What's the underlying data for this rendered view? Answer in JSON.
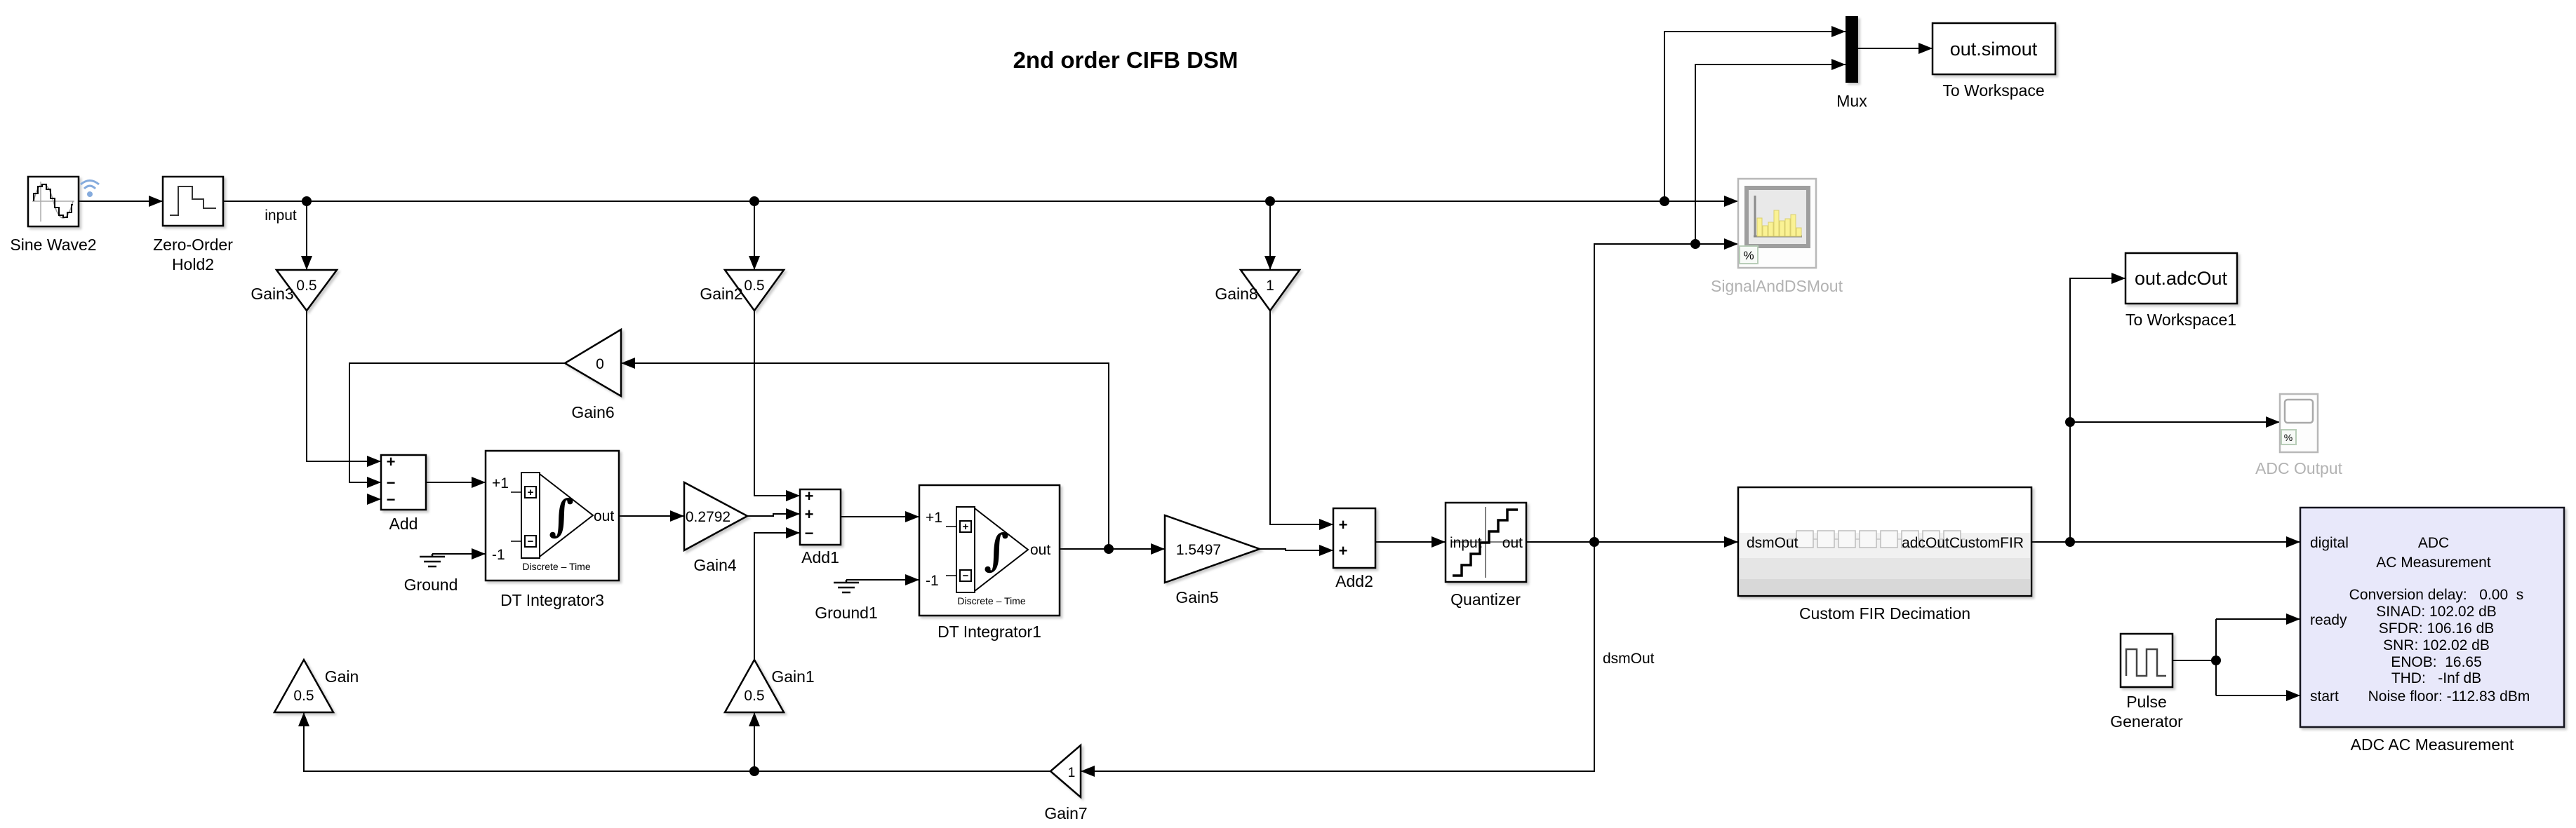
{
  "title": "2nd order CIFB DSM",
  "signal_labels": {
    "input": "input",
    "dsmout": "dsmOut"
  },
  "colors": {
    "wire": "#000000",
    "block_fill": "#ffffff",
    "adc_fill": "#e8e8fa",
    "faded_stroke": "#b8b8b8",
    "faded_text": "#b2b2b2",
    "spectrum_yellow": "#faf294",
    "wireless_badge_blue": "#85abdd",
    "comment_badge_green": "#94b894"
  },
  "blocks": {
    "sine_wave2": {
      "label": "Sine Wave2"
    },
    "zero_order_hold2": {
      "label1": "Zero-Order",
      "label2": "Hold2"
    },
    "gain3": {
      "label": "Gain3",
      "value": "0.5"
    },
    "gain2": {
      "label": "Gain2",
      "value": "0.5"
    },
    "gain8": {
      "label": "Gain8",
      "value": "1"
    },
    "gain6": {
      "label": "Gain6",
      "value": "0"
    },
    "gain4": {
      "label": "Gain4",
      "value": "0.2792"
    },
    "gain5": {
      "label": "Gain5",
      "value": "1.5497"
    },
    "gain": {
      "label": "Gain",
      "value": "0.5"
    },
    "gain1": {
      "label": "Gain1",
      "value": "0.5"
    },
    "gain7": {
      "label": "Gain7",
      "value": "1"
    },
    "add": {
      "label": "Add",
      "signs": [
        "+",
        "−",
        "−"
      ]
    },
    "add1": {
      "label": "Add1",
      "signs": [
        "+",
        "+",
        "−"
      ]
    },
    "add2": {
      "label": "Add2",
      "signs": [
        "+",
        "+"
      ]
    },
    "ground": {
      "label": "Ground"
    },
    "ground1": {
      "label": "Ground1"
    },
    "dt_integrator3": {
      "label": "DT Integrator3",
      "in1": "+1",
      "in2": "-1",
      "out": "out",
      "caption": "Discrete – Time",
      "plus": "+",
      "minus": "−"
    },
    "dt_integrator1": {
      "label": "DT Integrator1",
      "in1": "+1",
      "in2": "-1",
      "out": "out",
      "caption": "Discrete – Time",
      "plus": "+",
      "minus": "−"
    },
    "quantizer": {
      "label": "Quantizer",
      "in": "input",
      "out": "out"
    },
    "mux": {
      "label": "Mux"
    },
    "to_workspace": {
      "label": "To Workspace",
      "value": "out.simout"
    },
    "to_workspace1": {
      "label": "To Workspace1",
      "value": "out.adcOut"
    },
    "signal_and_dsmout": {
      "label": "SignalAndDSMout",
      "badge": "%"
    },
    "adc_output": {
      "label": "ADC Output",
      "badge": "%"
    },
    "custom_fir": {
      "label": "Custom FIR Decimation",
      "in": "dsmOut",
      "out": "adcOutCustomFIR"
    },
    "pulse_generator": {
      "label1": "Pulse",
      "label2": "Generator"
    },
    "adc_measurement": {
      "label": "ADC AC Measurement",
      "title1": "ADC",
      "title2": "AC Measurement",
      "port_digital": "digital",
      "port_ready": "ready",
      "port_start": "start",
      "rows": [
        "Conversion delay:   0.00  s",
        "SINAD: 102.02 dB",
        "SFDR: 106.16 dB",
        "SNR: 102.02 dB",
        "ENOB:  16.65",
        "THD:   -Inf dB",
        "Noise floor: -112.83 dBm"
      ]
    }
  }
}
